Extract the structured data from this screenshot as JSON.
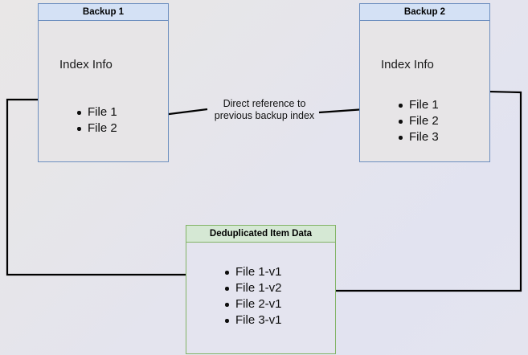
{
  "diagram": {
    "title": "Backup deduplication index reference diagram",
    "background_colors": {
      "left": "#e9e7e7",
      "right": "#e2e3f0"
    },
    "colors": {
      "blue_border": "#6c8ebf",
      "blue_header_fill": "#d4e1f5",
      "green_border": "#82b366",
      "green_header_fill": "#d5e8d4",
      "edge_stroke": "#000000",
      "text": "#000000"
    }
  },
  "nodes": {
    "backup1": {
      "header": "Backup 1",
      "section_label": "Index Info",
      "files": [
        "File 1",
        "File 2"
      ]
    },
    "backup2": {
      "header": "Backup 2",
      "section_label": "Index Info",
      "files": [
        "File 1",
        "File 2",
        "File 3"
      ]
    },
    "dedup": {
      "header": "Deduplicated Item Data",
      "files": [
        "File 1-v1",
        "File 1-v2",
        "File 2-v1",
        "File 3-v1"
      ]
    }
  },
  "edges": {
    "reference_label": "Direct reference to\nprevious backup index"
  }
}
